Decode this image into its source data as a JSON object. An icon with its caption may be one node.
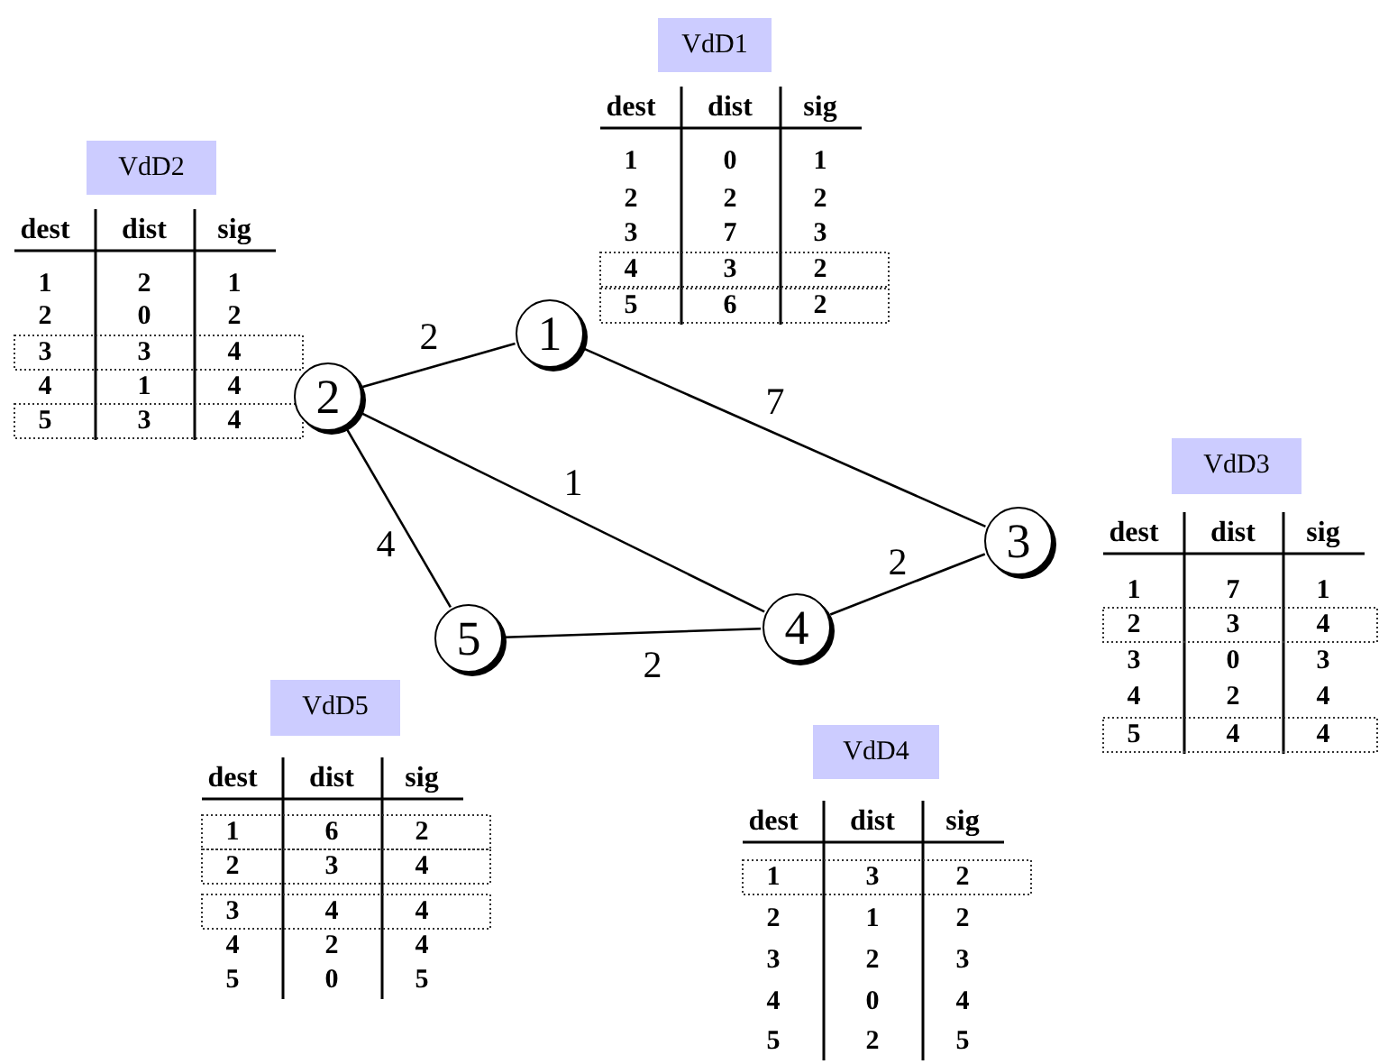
{
  "diagram": {
    "nodes": [
      {
        "text": [
          "1"
        ]
      },
      {
        "text": [
          "2"
        ]
      },
      {
        "text": [
          "3"
        ]
      },
      {
        "text": [
          "4"
        ]
      },
      {
        "text": [
          "5"
        ]
      },
      {
        "text": [
          "VdD1"
        ]
      },
      {
        "text": [
          "VdD2"
        ]
      },
      {
        "text": [
          "VdD3"
        ]
      },
      {
        "text": [
          "VdD5"
        ]
      },
      {
        "text": [
          "VdD4"
        ]
      }
    ],
    "edges": [
      {
        "from": 0,
        "to": 1,
        "arrow": "none",
        "label": "2"
      },
      {
        "from": 0,
        "to": 2,
        "arrow": "none",
        "label": "7"
      },
      {
        "from": 1,
        "to": 3,
        "arrow": "none",
        "label": "1"
      },
      {
        "from": 1,
        "to": 4,
        "arrow": "none",
        "label": "4"
      },
      {
        "from": 3,
        "to": 2,
        "arrow": "none",
        "label": "2"
      },
      {
        "from": 4,
        "to": 3,
        "arrow": "none",
        "label": "2"
      }
    ],
    "labels": [
      "dest",
      "dist",
      "sig",
      "1",
      "0",
      "1",
      "2",
      "2",
      "2",
      "3",
      "7",
      "3",
      "4",
      "3",
      "2",
      "5",
      "6",
      "2",
      "dest",
      "dist",
      "sig",
      "1",
      "2",
      "1",
      "2",
      "0",
      "2",
      "3",
      "3",
      "4",
      "4",
      "1",
      "4",
      "5",
      "3",
      "4",
      "dest",
      "dist",
      "sig",
      "1",
      "7",
      "1",
      "2",
      "3",
      "4",
      "3",
      "0",
      "3",
      "4",
      "2",
      "4",
      "5",
      "4",
      "4",
      "dest",
      "dist",
      "sig",
      "1",
      "6",
      "2",
      "2",
      "3",
      "4",
      "3",
      "4",
      "4",
      "4",
      "2",
      "4",
      "5",
      "0",
      "5",
      "dest",
      "dist",
      "sig",
      "1",
      "3",
      "2",
      "2",
      "1",
      "2",
      "3",
      "2",
      "3",
      "4",
      "0",
      "4",
      "5",
      "2",
      "5"
    ]
  }
}
